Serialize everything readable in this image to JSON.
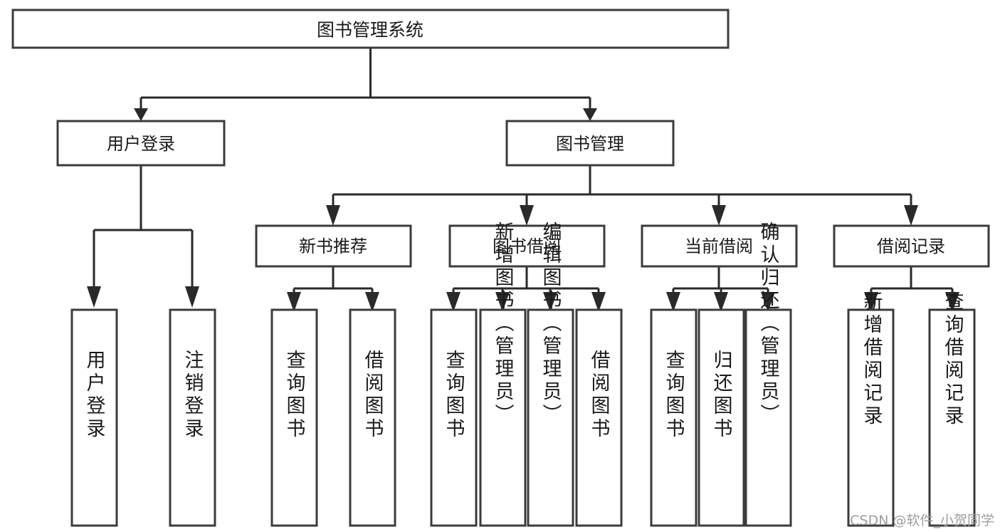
{
  "diagram": {
    "title": "图书管理系统",
    "type": "tree-hierarchy-diagram",
    "watermark": "CSDN @软件_小贺同学",
    "nodes": {
      "root": {
        "label": "图书管理系统"
      },
      "level2": [
        {
          "id": "user-login",
          "label": "用户登录"
        },
        {
          "id": "book-management",
          "label": "图书管理"
        }
      ],
      "level3": [
        {
          "id": "new-book-recommend",
          "label": "新书推荐"
        },
        {
          "id": "book-borrow",
          "label": "图书借阅"
        },
        {
          "id": "current-borrow",
          "label": "当前借阅"
        },
        {
          "id": "borrow-record",
          "label": "借阅记录"
        }
      ],
      "leaves": {
        "user_login": [
          {
            "id": "leaf-user-login",
            "label": "用户登录"
          },
          {
            "id": "leaf-logout-login",
            "label": "注销登录"
          }
        ],
        "new_book_recommend": [
          {
            "id": "leaf-query-book-1",
            "label": "查询图书"
          },
          {
            "id": "leaf-borrow-book-1",
            "label": "借阅图书"
          }
        ],
        "book_borrow": [
          {
            "id": "leaf-query-book-2",
            "label": "查询图书"
          },
          {
            "id": "leaf-add-book",
            "label": "新增图书（管理员）"
          },
          {
            "id": "leaf-edit-book",
            "label": "编辑图书（管理员）"
          },
          {
            "id": "leaf-borrow-book-2",
            "label": "借阅图书"
          }
        ],
        "current_borrow": [
          {
            "id": "leaf-query-book-3",
            "label": "查询图书"
          },
          {
            "id": "leaf-return-book",
            "label": "归还图书"
          },
          {
            "id": "leaf-confirm-return",
            "label": "确认归还（管理员）"
          }
        ],
        "borrow_record": [
          {
            "id": "leaf-add-record",
            "label": "新增借阅记录"
          },
          {
            "id": "leaf-query-record",
            "label": "查询借阅记录"
          }
        ]
      }
    },
    "colors": {
      "box_border": "#3b3b3b",
      "connector": "#2a2a2a",
      "background": "#ffffff",
      "text": "#1a1a1a",
      "watermark": "#9d9d9d"
    }
  }
}
